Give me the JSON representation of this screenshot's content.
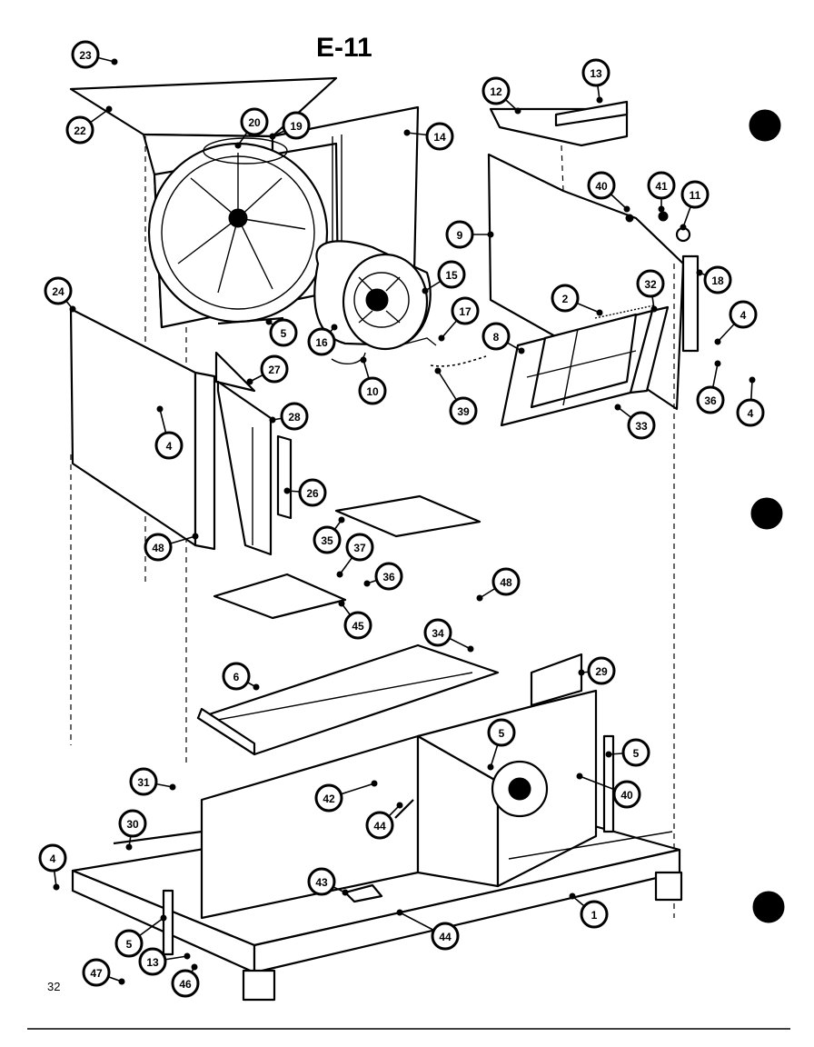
{
  "diagram": {
    "title": "E-11",
    "page_number": "32",
    "callouts": [
      {
        "label": "23"
      },
      {
        "label": "22"
      },
      {
        "label": "20"
      },
      {
        "label": "19"
      },
      {
        "label": "14"
      },
      {
        "label": "12"
      },
      {
        "label": "13"
      },
      {
        "label": "40"
      },
      {
        "label": "41"
      },
      {
        "label": "11"
      },
      {
        "label": "9"
      },
      {
        "label": "15"
      },
      {
        "label": "2"
      },
      {
        "label": "32"
      },
      {
        "label": "18"
      },
      {
        "label": "4"
      },
      {
        "label": "24"
      },
      {
        "label": "5"
      },
      {
        "label": "16"
      },
      {
        "label": "17"
      },
      {
        "label": "8"
      },
      {
        "label": "27"
      },
      {
        "label": "10"
      },
      {
        "label": "39"
      },
      {
        "label": "36"
      },
      {
        "label": "4"
      },
      {
        "label": "33"
      },
      {
        "label": "4"
      },
      {
        "label": "28"
      },
      {
        "label": "26"
      },
      {
        "label": "35"
      },
      {
        "label": "48"
      },
      {
        "label": "37"
      },
      {
        "label": "36"
      },
      {
        "label": "45"
      },
      {
        "label": "48"
      },
      {
        "label": "34"
      },
      {
        "label": "6"
      },
      {
        "label": "29"
      },
      {
        "label": "5"
      },
      {
        "label": "5"
      },
      {
        "label": "31"
      },
      {
        "label": "42"
      },
      {
        "label": "40"
      },
      {
        "label": "30"
      },
      {
        "label": "44"
      },
      {
        "label": "4"
      },
      {
        "label": "43"
      },
      {
        "label": "1"
      },
      {
        "label": "5"
      },
      {
        "label": "47"
      },
      {
        "label": "13"
      },
      {
        "label": "44"
      },
      {
        "label": "46"
      }
    ]
  }
}
